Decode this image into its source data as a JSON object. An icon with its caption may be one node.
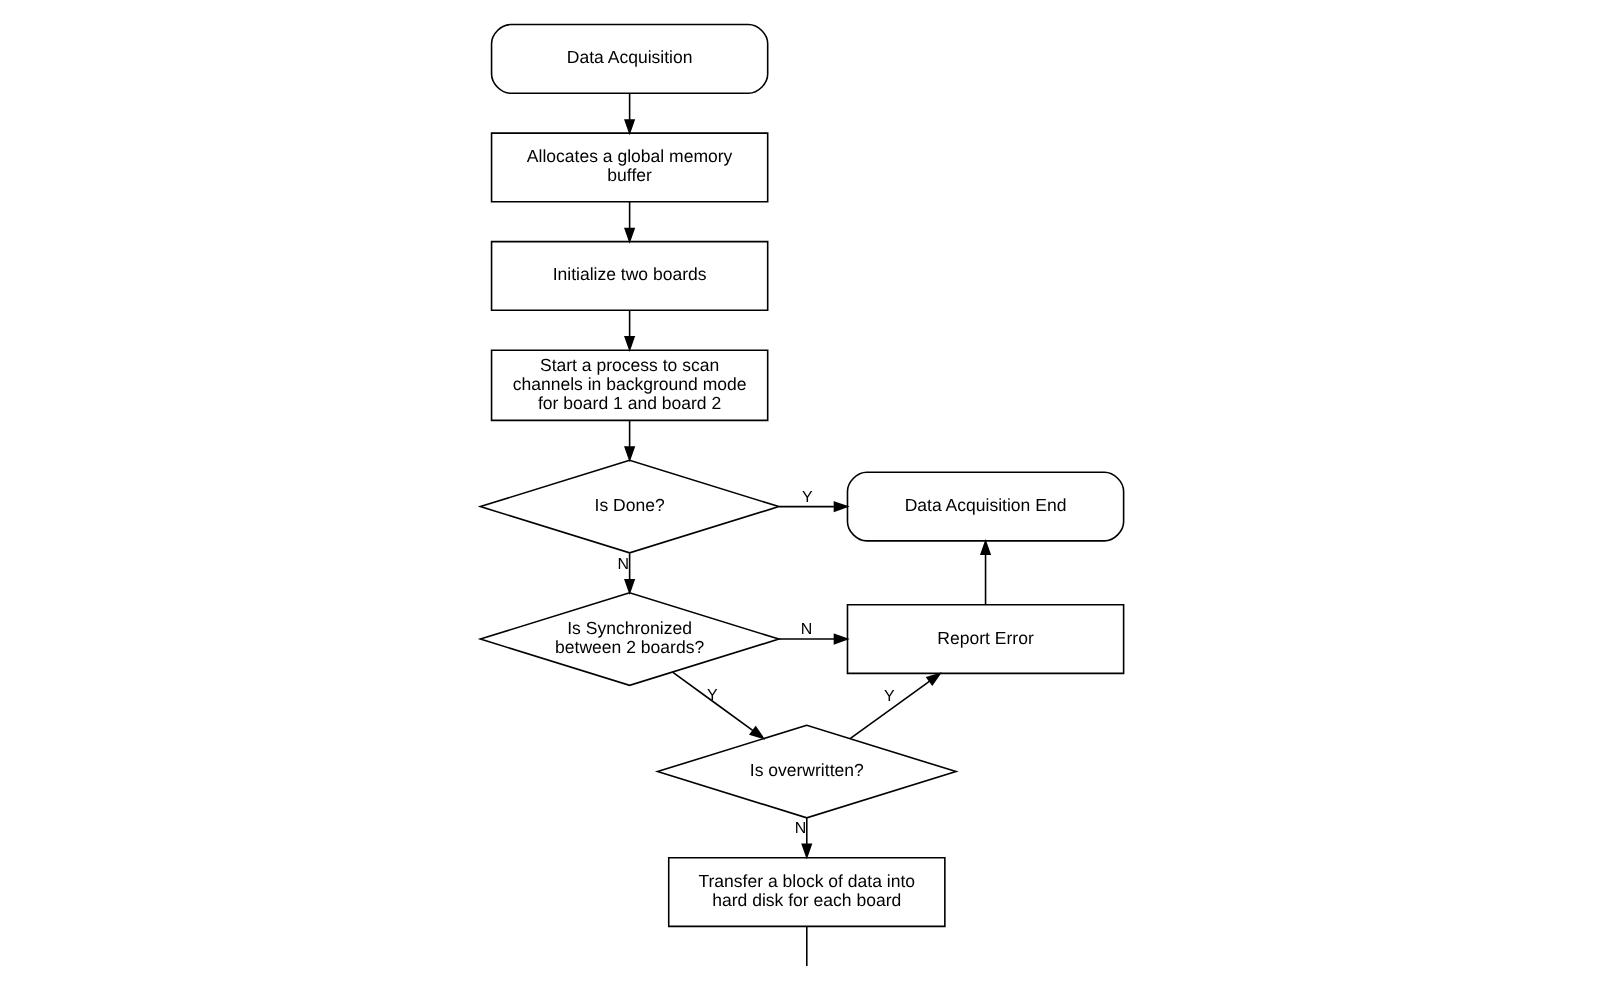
{
  "diagram": {
    "nodes": [
      {
        "text": [
          "Data Acquisition"
        ]
      },
      {
        "text": [
          "Allocates a global memory buffer"
        ]
      },
      {
        "text": [
          "Initialize two boards"
        ]
      },
      {
        "text": [
          "Start a process to scan channels in background mode for board 1 and board 2"
        ]
      },
      {
        "text": [
          "Is Done?"
        ]
      },
      {
        "text": [
          "Data Acquisition End"
        ]
      },
      {
        "text": [
          "Is Synchronized between 2 boards?"
        ]
      },
      {
        "text": [
          "Report Error"
        ]
      },
      {
        "text": [
          "Is overwritten?"
        ]
      },
      {
        "text": [
          "Transfer a block of data into hard disk for each board"
        ]
      }
    ],
    "edges": [
      {
        "from": 0,
        "to": 1,
        "arrow": "to"
      },
      {
        "from": 1,
        "to": 2,
        "arrow": "to"
      },
      {
        "from": 2,
        "to": 3,
        "arrow": "to"
      },
      {
        "from": 3,
        "to": 4,
        "arrow": "to"
      },
      {
        "from": 4,
        "to": 5,
        "arrow": "to",
        "label": "Y"
      },
      {
        "from": 4,
        "to": 6,
        "arrow": "to",
        "label": "N"
      },
      {
        "from": 6,
        "to": 7,
        "arrow": "to",
        "label": "N"
      },
      {
        "from": 6,
        "to": 8,
        "arrow": "to",
        "label": "Y"
      },
      {
        "from": 8,
        "to": 7,
        "arrow": "to",
        "label": "Y"
      },
      {
        "from": 7,
        "to": 5,
        "arrow": "to"
      },
      {
        "from": 8,
        "to": 9,
        "arrow": "to",
        "label": "N"
      },
      {
        "from": 9,
        "to": null,
        "arrow": "none"
      }
    ]
  }
}
